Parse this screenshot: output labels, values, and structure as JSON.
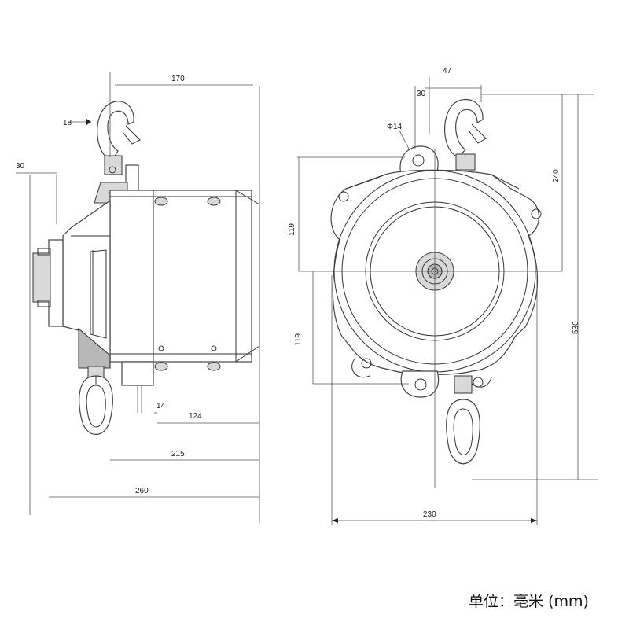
{
  "dimensions": {
    "side_width_170": "170",
    "hook_18": "18",
    "offset_30_left": "30",
    "dim_14": "14",
    "dim_124": "124",
    "dim_215": "215",
    "dim_260": "260",
    "top_47": "47",
    "top_30": "30",
    "hole_phi14": "Φ14",
    "height_240": "240",
    "height_530": "530",
    "upper_119": "119",
    "lower_119": "119",
    "width_230": "230"
  },
  "unit_label": "单位：毫米 (mm)"
}
